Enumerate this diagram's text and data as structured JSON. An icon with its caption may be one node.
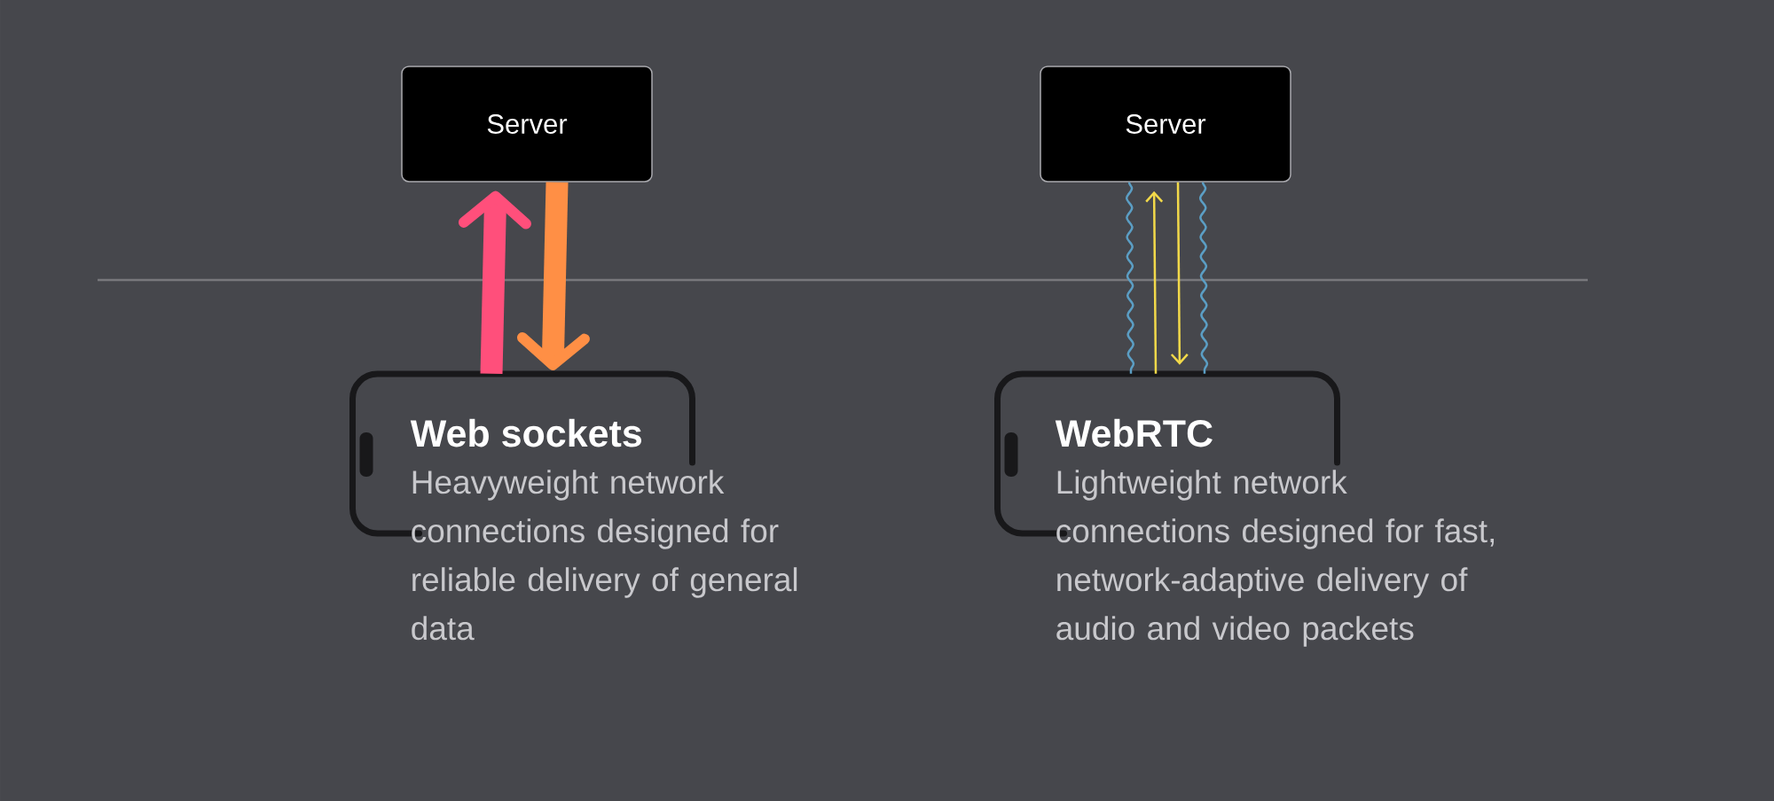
{
  "diagram": {
    "nodes": [
      {
        "text": [
          "Server"
        ]
      },
      {
        "text": [
          "Web sockets",
          "Heavyweight network connections designed for reliable delivery of general data"
        ]
      },
      {
        "text": [
          "Server"
        ]
      },
      {
        "text": [
          "WebRTC",
          "Lightweight network connections designed for fast, network-adaptive delivery of audio and video packets"
        ]
      }
    ],
    "edges": [
      {
        "from": 1,
        "to": 0,
        "arrow": "to",
        "style": "thick",
        "color": "#ff4f7b"
      },
      {
        "from": 0,
        "to": 1,
        "arrow": "to",
        "style": "thick",
        "color": "#ff8f45"
      },
      {
        "from": 3,
        "to": 2,
        "arrow": "to",
        "color": "#f2d94a"
      },
      {
        "from": 2,
        "to": 3,
        "arrow": "to",
        "color": "#f2d94a"
      },
      {
        "from": 2,
        "to": 3,
        "arrow": "none",
        "color": "#5b9ec4"
      },
      {
        "from": 2,
        "to": 3,
        "arrow": "none",
        "color": "#5b9ec4"
      }
    ]
  }
}
